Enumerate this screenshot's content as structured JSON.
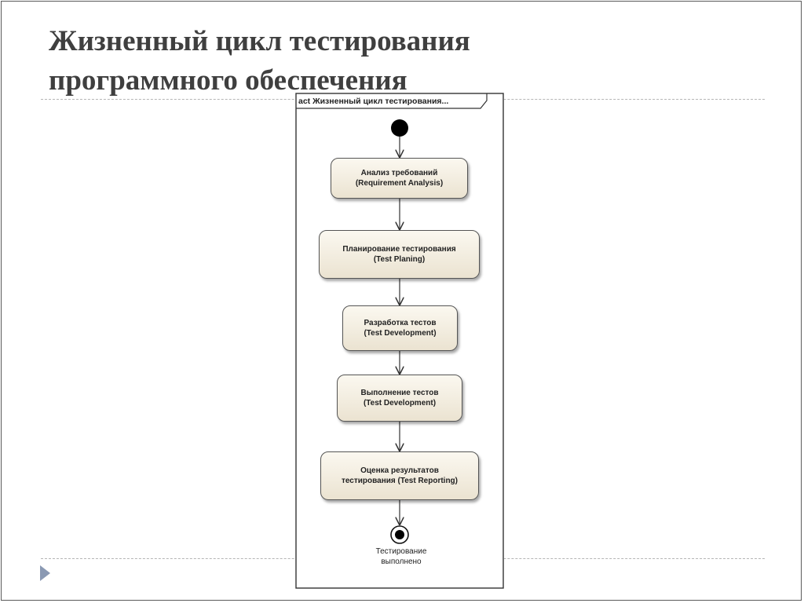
{
  "slide": {
    "title_line1": "Жизненный цикл тестирования",
    "title_line2": "программного обеспечения"
  },
  "diagram": {
    "frame_label": "act Жизненный цикл тестирования...",
    "nodes": [
      {
        "line1": "Анализ требований",
        "line2": "(Requirement Analysis)"
      },
      {
        "line1": "Планирование тестирования",
        "line2": "(Test Planing)"
      },
      {
        "line1": "Разработка тестов",
        "line2": "(Test Development)"
      },
      {
        "line1": "Выполнение тестов",
        "line2": "(Test Development)"
      },
      {
        "line1": "Оценка результатов",
        "line2": "тестирования (Test Reporting)"
      }
    ],
    "final_label_line1": "Тестирование",
    "final_label_line2": "выполнено"
  },
  "colors": {
    "node_fill_top": "#fbf8f0",
    "node_fill_bottom": "#ebe3d1",
    "bullet": "#8a99b3"
  }
}
